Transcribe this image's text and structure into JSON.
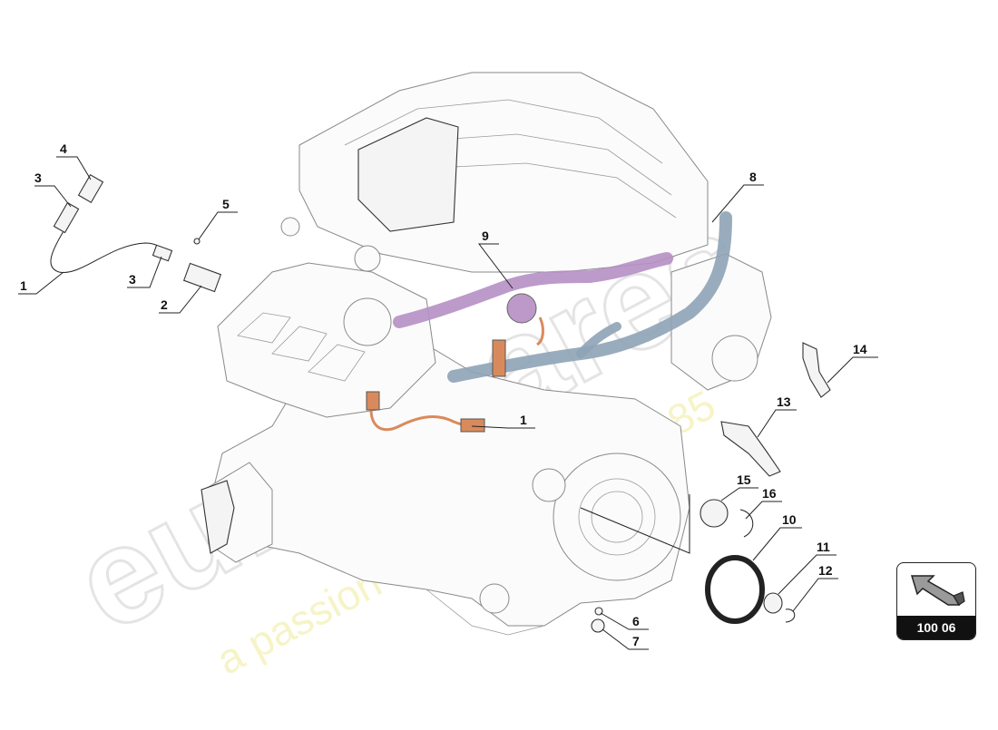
{
  "watermark": {
    "brand": "eurospares",
    "tagline": "a passion for parts since 1985"
  },
  "callouts": {
    "c1a": "1",
    "c1b": "1",
    "c2": "2",
    "c3a": "3",
    "c3b": "3",
    "c4": "4",
    "c5": "5",
    "c6": "6",
    "c7": "7",
    "c8": "8",
    "c9": "9",
    "c10": "10",
    "c11": "11",
    "c12": "12",
    "c13": "13",
    "c14": "14",
    "c15": "15",
    "c16": "16"
  },
  "reference": {
    "label": "100 06"
  },
  "colors": {
    "hose_purple": "#b58fc4",
    "hose_blue": "#8ea3b6",
    "sensor_orange": "#d98a5c",
    "ink": "#111111"
  }
}
